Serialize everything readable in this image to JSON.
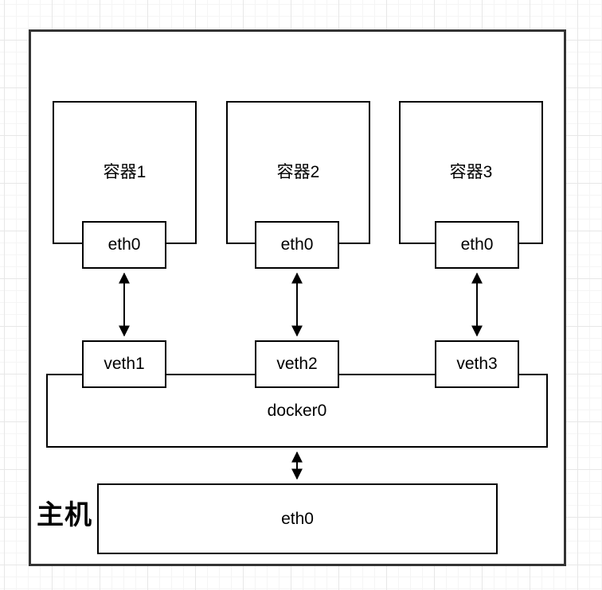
{
  "diagram": {
    "title_hint": "docker bridge network",
    "host": {
      "label": "主机",
      "eth_label": "eth0"
    },
    "containers": [
      {
        "label": "容器1",
        "eth_label": "eth0",
        "veth_label": "veth1"
      },
      {
        "label": "容器2",
        "eth_label": "eth0",
        "veth_label": "veth2"
      },
      {
        "label": "容器3",
        "eth_label": "eth0",
        "veth_label": "veth3"
      }
    ],
    "bridge": {
      "label": "docker0"
    },
    "connections": [
      {
        "from": "容器1 eth0",
        "to": "veth1",
        "style": "double-arrow"
      },
      {
        "from": "容器2 eth0",
        "to": "veth2",
        "style": "double-arrow"
      },
      {
        "from": "容器3 eth0",
        "to": "veth3",
        "style": "double-arrow"
      },
      {
        "from": "docker0",
        "to": "主机 eth0",
        "style": "double-arrow"
      }
    ],
    "colors": {
      "shape_fill": "#ffffff",
      "shape_stroke": "#000000",
      "outer_stroke": "#333333",
      "grid_minor": "#f5f5f5",
      "grid_major": "#e7e7e7",
      "text": "#000000"
    }
  }
}
